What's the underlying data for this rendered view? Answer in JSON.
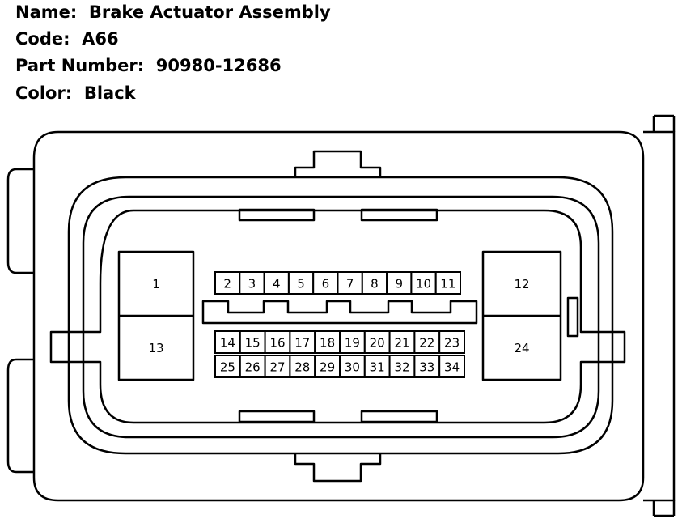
{
  "header": {
    "name_line": "Name:  Brake Actuator Assembly",
    "code_line": "Code:  A66",
    "part_line": "Part Number:  90980-12686",
    "color_line": "Color:  Black"
  },
  "connector": {
    "large_pins": {
      "pin1": "1",
      "pin13": "13",
      "pin12": "12",
      "pin24": "24"
    },
    "top_row": [
      "2",
      "3",
      "4",
      "5",
      "6",
      "7",
      "8",
      "9",
      "10",
      "11"
    ],
    "middle_row": [
      "14",
      "15",
      "16",
      "17",
      "18",
      "19",
      "20",
      "21",
      "22",
      "23"
    ],
    "bottom_row": [
      "25",
      "26",
      "27",
      "28",
      "29",
      "30",
      "31",
      "32",
      "33",
      "34"
    ]
  }
}
